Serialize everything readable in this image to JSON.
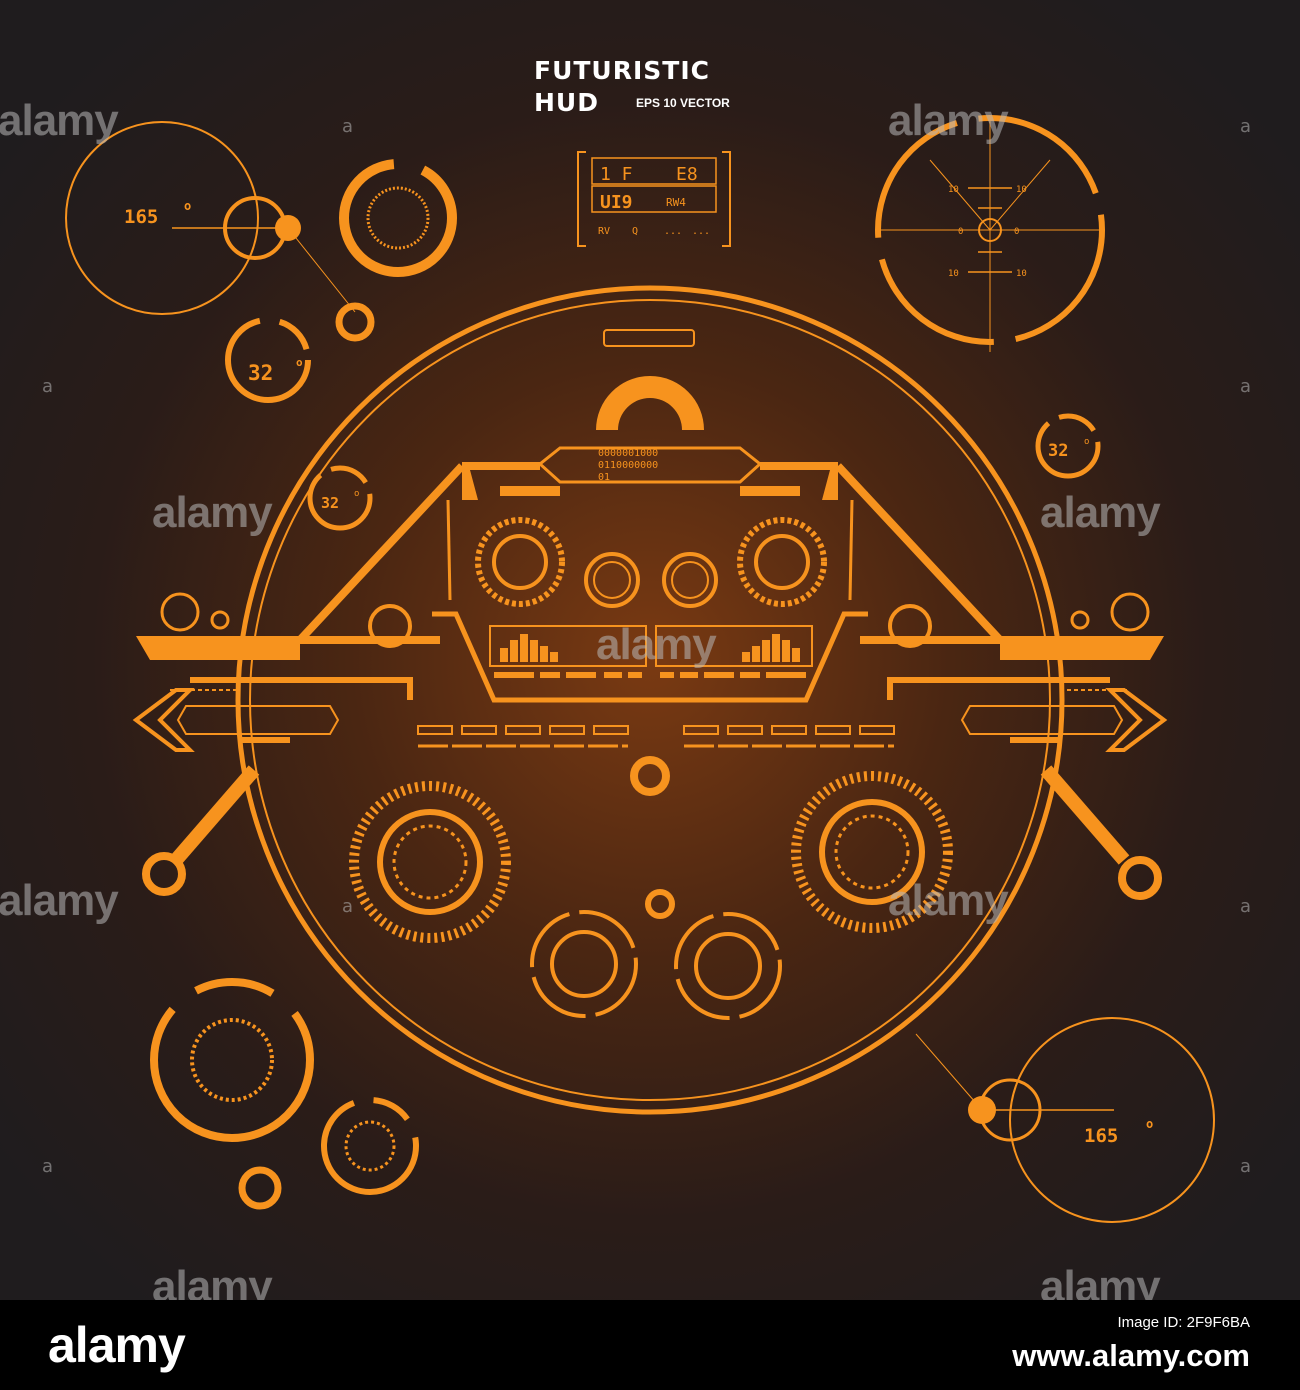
{
  "title": {
    "line1": "FUTURISTIC",
    "line2": "HUD",
    "subtitle": "EPS 10 VECTOR"
  },
  "readouts": {
    "angle_top_left": "165",
    "angle_bottom_right": "165",
    "degree_mark": "o",
    "temp_value": "32",
    "panel_row1_a": "1 F",
    "panel_row1_b": "E8",
    "panel_row2_a": "UI9",
    "panel_row2_b": "RW4",
    "panel_row3_a": "RV",
    "panel_row3_b": "Q",
    "panel_row3_c": "...",
    "panel_row3_d": "...",
    "binary_line1": "0000001000",
    "binary_line2": "0110000000",
    "binary_line3": "01",
    "scope_tick": "10",
    "scope_zero": "0"
  },
  "watermark": {
    "text": "alamy",
    "icon": "a"
  },
  "footer": {
    "logo": "alamy",
    "image_id": "Image ID: 2F9F6BA",
    "url": "www.alamy.com"
  },
  "colors": {
    "hud_orange": "#f7931e",
    "background_dark": "#1f1c1e",
    "glow_center": "#7a3a12",
    "footer_bg": "#000000"
  }
}
